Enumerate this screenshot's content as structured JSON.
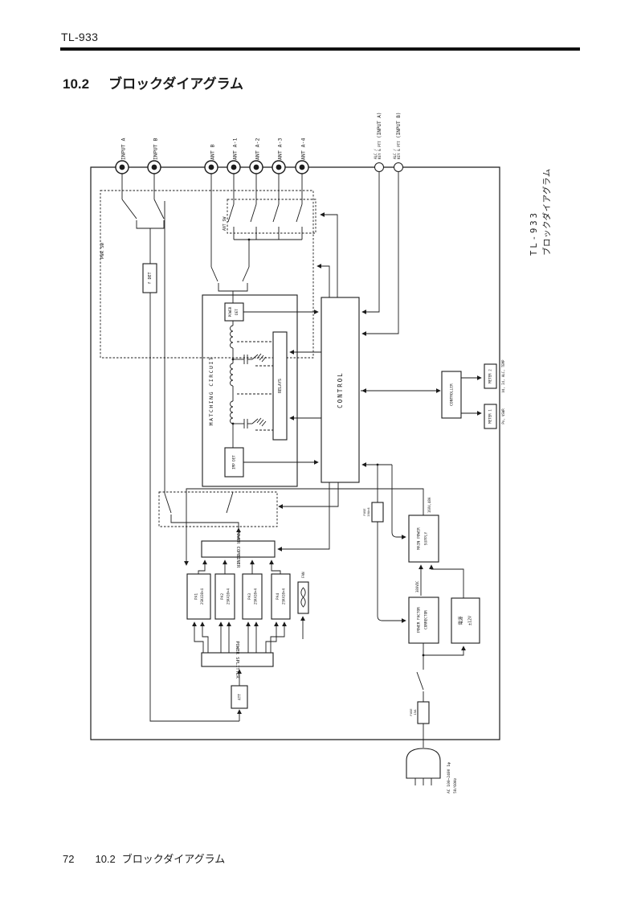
{
  "page": {
    "model": "TL-933",
    "heading": {
      "number": "10.2",
      "title": "ブロックダイアグラム"
    },
    "footer": {
      "page_number": "72"
    }
  },
  "diagram": {
    "side_title": {
      "model": "TL-933",
      "title": "ブロックダイアグラム"
    },
    "connectors": [
      {
        "label": "INPUT A"
      },
      {
        "label": "INPUT B"
      },
      {
        "label": "ANT B"
      },
      {
        "label": "ANT A-1"
      },
      {
        "label": "ANT A-2"
      },
      {
        "label": "ANT A-3"
      },
      {
        "label": "ANT A-4"
      }
    ],
    "aux_connectors": [
      {
        "line1": "ALC /",
        "line2": "KEY & PTT",
        "name": "(INPUT A)"
      },
      {
        "line1": "ALC /",
        "line2": "KEY & PTT",
        "name": "(INPUT B)"
      }
    ],
    "blocks": {
      "pwr_sw": "PWR SW",
      "ant_sw": "ANT SW",
      "f_det": "f DET",
      "matching_circuit": "MATCHING CIRCUIT",
      "power_det": {
        "line1": "POWER",
        "line2": "DET"
      },
      "imp_det": "IMP DET",
      "relays": "RELAYS",
      "control": "CONTROL",
      "controller": "CONTROLLER",
      "meter1": {
        "label": "METER 1",
        "reads": "Po, VSWR"
      },
      "meter2": {
        "label": "METER 2",
        "reads": "Vd, Id, ALC, TEMP"
      },
      "power_combiner": "POWER COMBINER",
      "power_splitter": "POWER SPLITTER",
      "att": "ATT",
      "fan": "FAN",
      "pa_units": [
        {
          "name": "PA1",
          "device": "2SK410×4"
        },
        {
          "name": "PA2",
          "device": "2SK410×4"
        },
        {
          "name": "PA3",
          "device": "2SK410×4"
        },
        {
          "name": "PA4",
          "device": "2SK410×4"
        }
      ],
      "main_power_supply": {
        "line1": "MAIN POWER",
        "line2": "SUPPLY",
        "output": "160V,48A"
      },
      "dc_bus": "380VDC",
      "fuse_dc": {
        "line1": "FUSE",
        "line2": "10A×4"
      },
      "pfc": {
        "line1": "POWER FACTOR",
        "line2": "CORRECTOR"
      },
      "aux_supply": {
        "line1": "電源",
        "line2": "±12V"
      },
      "fuse_ac": {
        "line1": "FUSE",
        "line2": "15A"
      },
      "ac_input": {
        "line1": "AC 100~240V 1φ",
        "line2": "50/60Hz"
      }
    }
  },
  "colors": {
    "ink": "#1b1b1b",
    "paper": "#ffffff"
  }
}
